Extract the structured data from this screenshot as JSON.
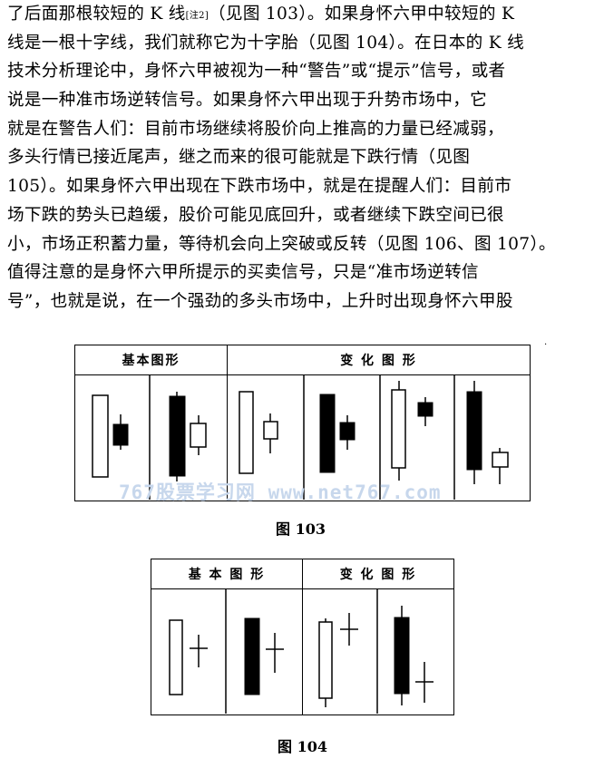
{
  "paragraph_lines": [
    "了后面那根较短的 K 线",
    "线是一根十字线，我们就称它为十字胎（见图 104）。在日本的 K 线",
    "技术分析理论中，身怀六甲被视为一种“警告”或“提示”信号，或者",
    "说是一种准市场逆转信号。如果身怀六甲出现于升势市场中，它",
    "就是在警告人们：目前市场继续将股价向上推高的力量已经减弱，",
    "多头行情已接近尾声，继之而来的很可能就是下跌行情（见图",
    "105）。如果身怀六甲出现在下跌市场中，就是在提醒人们：目前市",
    "场下跌的势头已趋缓，股价可能见底回升，或者继续下跌空间已很",
    "小，市场正积蓄力量，等待机会向上突破或反转（见图 106、图 107）。",
    "值得注意的是身怀六甲所提示的买卖信号，只是“准市场逆转信",
    "号”，也就是说，在一个强劲的多头市场中，上升时出现身怀六甲股"
  ],
  "note_ref": "[注2]",
  "line1_tail": "（见图 103）。如果身怀六甲中较短的 K",
  "figure103": {
    "header_basic": "基本图形",
    "header_variation": "变 化 图 形",
    "caption": "图 103"
  },
  "figure104": {
    "header_basic": "基 本 图 形",
    "header_variation": "变 化 图 形",
    "caption": "图 104"
  },
  "watermark": "767股票学习网 www.net767.com"
}
